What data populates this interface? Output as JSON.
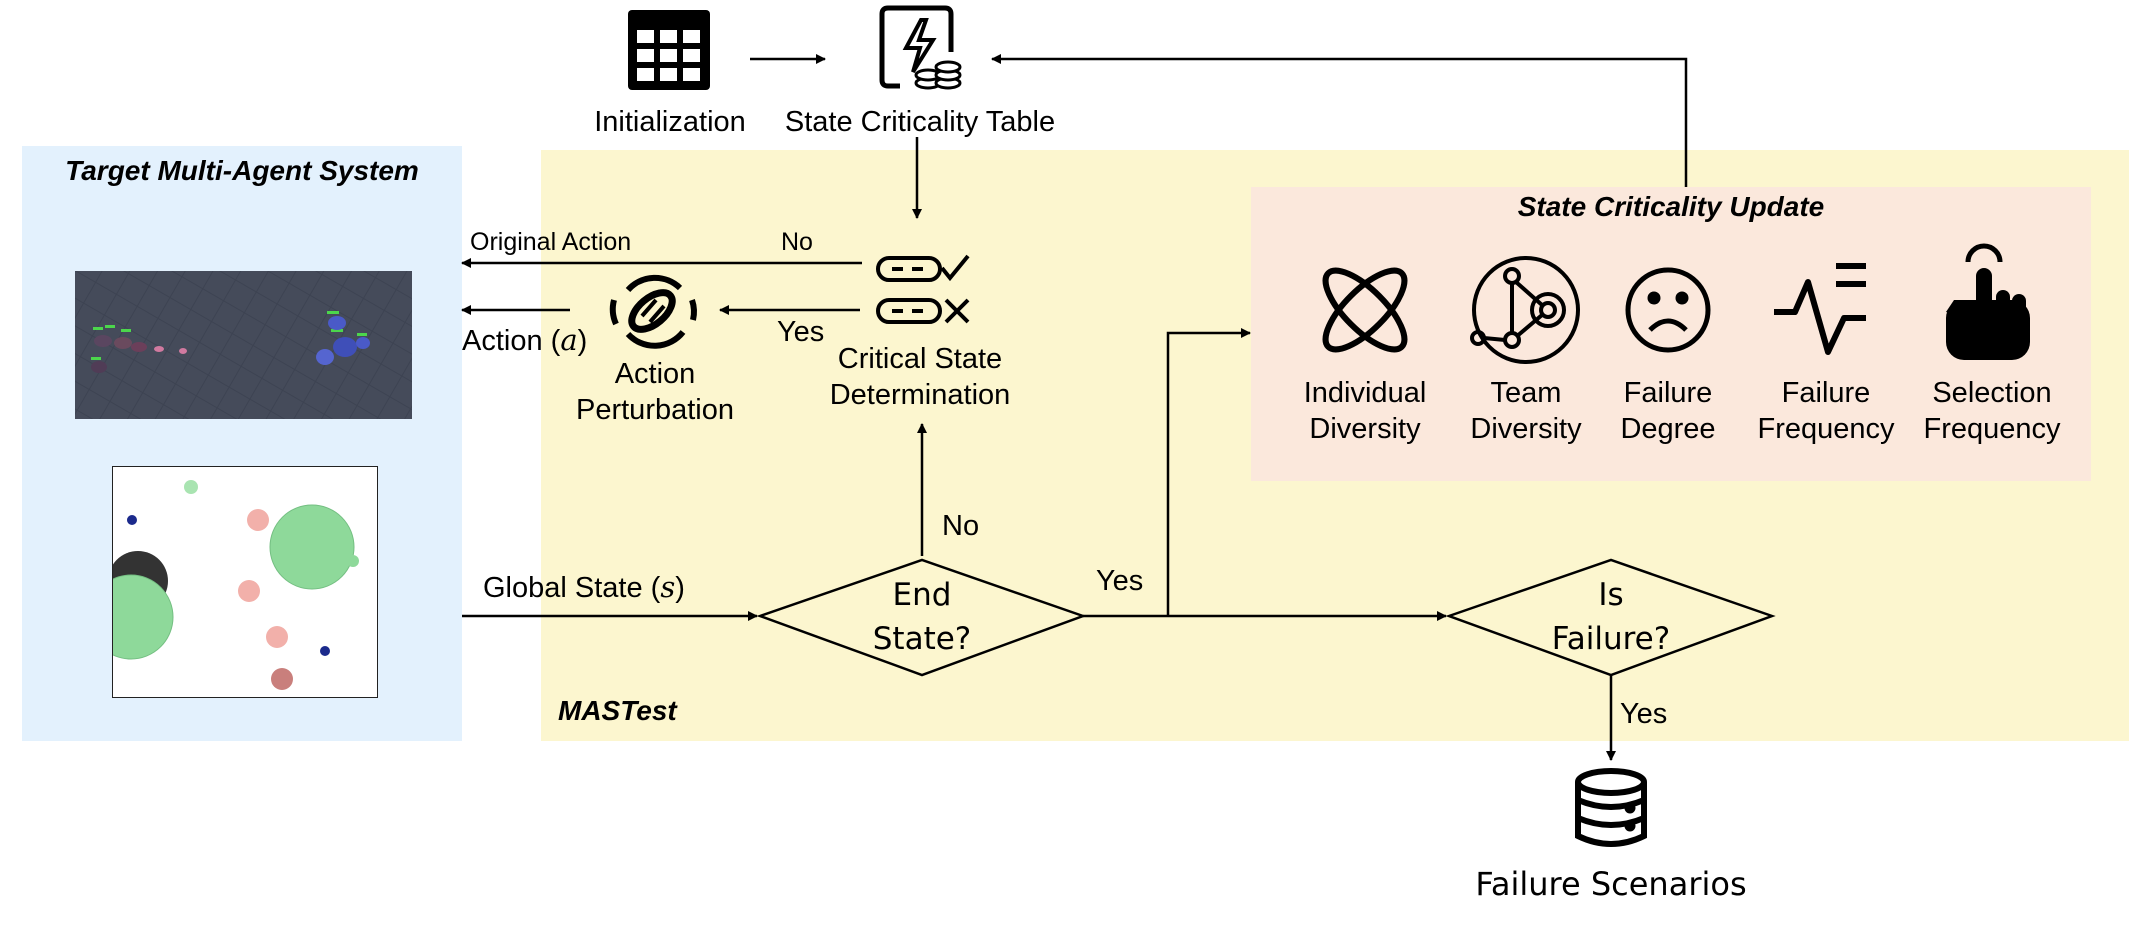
{
  "panels": {
    "target_title": "Target Multi-Agent System",
    "mastest_title": "MASTest",
    "update_title": "State Criticality Update"
  },
  "nodes": {
    "initialization": "Initialization",
    "state_table": "State Criticality Table",
    "critical_line1": "Critical State",
    "critical_line2": "Determination",
    "perturb_line1": "Action",
    "perturb_line2": "Perturbation",
    "end_state_line1": "End",
    "end_state_line2": "State?",
    "is_failure_line1": "Is",
    "is_failure_line2": "Failure?",
    "failure_scenarios": "Failure Scenarios"
  },
  "edges": {
    "original_action": "Original Action",
    "action_prefix": "Action (",
    "action_var": "a",
    "action_suffix": ")",
    "global_prefix": "Global State (",
    "global_var": "s",
    "global_suffix": ")",
    "no_top": "No",
    "yes_mid": "Yes",
    "no_end": "No",
    "yes_end": "Yes",
    "yes_failure": "Yes"
  },
  "metrics": [
    {
      "line1": "Individual",
      "line2": "Diversity",
      "icon": "atom-icon"
    },
    {
      "line1": "Team",
      "line2": "Diversity",
      "icon": "team-network-icon"
    },
    {
      "line1": "Failure",
      "line2": "Degree",
      "icon": "sad-face-icon"
    },
    {
      "line1": "Failure",
      "line2": "Frequency",
      "icon": "pulse-icon"
    },
    {
      "line1": "Selection",
      "line2": "Frequency",
      "icon": "hand-tap-icon"
    }
  ],
  "colors": {
    "target_panel": "#e3f1fd",
    "mastest_panel": "#fcf6cf",
    "update_panel": "#fbe8dc",
    "green_agent": "#8ed99a",
    "pink_agent": "#f2b0aa",
    "dark_agent": "#333333",
    "blue_dot": "#1b2a8c"
  }
}
